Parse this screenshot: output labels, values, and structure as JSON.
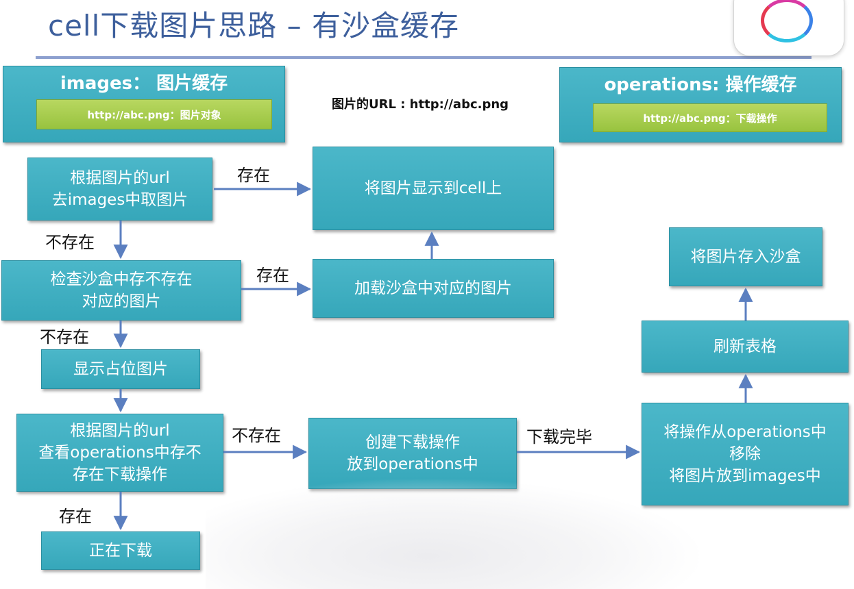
{
  "title": "cell下载图片思路 – 有沙盒缓存",
  "images_cache": {
    "title": "images： 图片缓存",
    "entry": "http://abc.png：图片对象"
  },
  "url_note": "图片的URL : http://abc.png",
  "operations_cache": {
    "title": "operations: 操作缓存",
    "entry": "http://abc.png：下载操作"
  },
  "nodes": {
    "get_from_images": [
      "根据图片的url",
      "去images中取图片"
    ],
    "show_in_cell": "将图片显示到cell上",
    "check_sandbox": [
      "检查沙盒中存不存在",
      "对应的图片"
    ],
    "load_sandbox": "加载沙盒中对应的图片",
    "placeholder": "显示占位图片",
    "check_operations": [
      "根据图片的url",
      "查看operations中存不",
      "存在下载操作"
    ],
    "downloading": "正在下载",
    "create_operation": [
      "创建下载操作",
      "放到operations中"
    ],
    "remove_operation": [
      "将操作从operations中",
      "移除",
      "将图片放到images中"
    ],
    "refresh_table": "刷新表格",
    "save_sandbox": "将图片存入沙盒"
  },
  "edge_labels": {
    "exists_1": "存在",
    "not_exists_1": "不存在",
    "exists_2": "存在",
    "not_exists_2": "不存在",
    "not_exists_3": "不存在",
    "exists_3": "存在",
    "download_done": "下载完毕"
  },
  "colors": {
    "box_fill": "#3fb0c3",
    "box_border": "#2a8ea0",
    "green_fill": "#a8cd4e",
    "arrow": "#5b7fc0",
    "title": "#3d5f9c"
  },
  "icons": [
    "app-logo-ring-icon"
  ]
}
